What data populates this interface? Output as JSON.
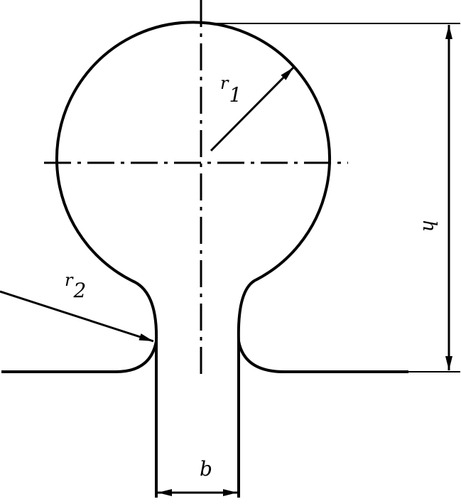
{
  "labels": {
    "r1_base": "r",
    "r1_sub": "1",
    "r2_base": "r",
    "r2_sub": "2",
    "h": "h",
    "b": "b"
  },
  "colors": {
    "line": "#000000",
    "background": "#ffffff"
  }
}
